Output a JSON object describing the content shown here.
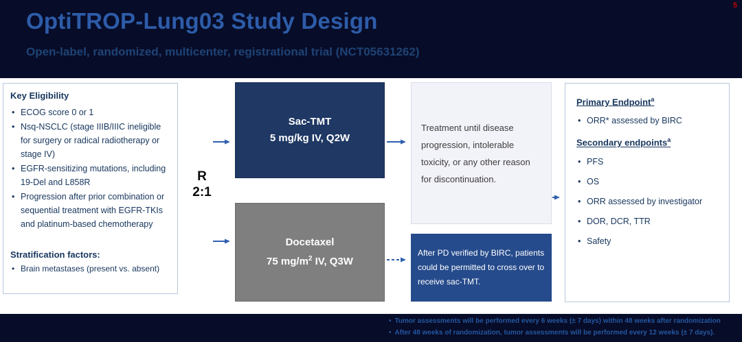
{
  "colors": {
    "background_navy": "#070c28",
    "title_blue": "#2d5ca8",
    "subtitle_blue": "#1e4375",
    "panel_border": "#b7c7dd",
    "dark_text_navy": "#17365d",
    "sac_tmt_box_navy": "#1f3864",
    "docetaxel_box_gray": "#7f7f7f",
    "crossover_box_navy": "#264b8c",
    "arrow_blue": "#2e5fae",
    "footnote_blue": "#2457a0",
    "page_number_red": "#c00000"
  },
  "slide": {
    "page_number": "5",
    "title": "OptiTROP-Lung03 Study Design",
    "subtitle": "Open-label, randomized, multicenter, registrational trial (NCT05631262)"
  },
  "eligibility": {
    "heading": "Key Eligibility",
    "items": [
      "ECOG score 0 or 1",
      "Nsq-NSCLC (stage IIIB/IIIC ineligible for surgery or radical radiotherapy or stage IV)",
      "EGFR-sensitizing mutations, including 19-Del and L858R",
      "Progression after prior combination or sequential treatment with EGFR-TKIs and platinum-based chemotherapy"
    ],
    "stratification_heading": "Stratification factors:",
    "stratification_items": [
      "Brain metastases (present vs. absent)"
    ]
  },
  "randomization": {
    "line1": "R",
    "line2": "2:1"
  },
  "arms": {
    "sac_tmt": {
      "name": "Sac-TMT",
      "dose": "5 mg/kg IV, Q2W"
    },
    "docetaxel": {
      "name": "Docetaxel",
      "dose_main": "75 mg/m",
      "dose_sup": "2",
      "dose_rest": " IV, Q3W"
    }
  },
  "treatment_box": {
    "text": "Treatment until disease progression, intolerable toxicity, or any other reason for discontinuation."
  },
  "crossover_box": {
    "text": "After PD verified by BIRC, patients could be permitted to cross over to receive sac-TMT."
  },
  "endpoints": {
    "primary_heading": "Primary Endpoint",
    "primary_sup": "a",
    "primary_items": [
      "ORR* assessed by BIRC"
    ],
    "secondary_heading": "Secondary endpoints",
    "secondary_sup": "a",
    "secondary_items": [
      "PFS",
      "OS",
      "ORR assessed by investigator",
      "DOR, DCR, TTR",
      "Safety"
    ]
  },
  "footnotes": [
    "Tumor assessments will be performed every 6 weeks (± 7 days) within 48 weeks after randomization",
    "After 48 weeks of randomization, tumor assessments will be performed every 12 weeks (± 7 days)."
  ]
}
